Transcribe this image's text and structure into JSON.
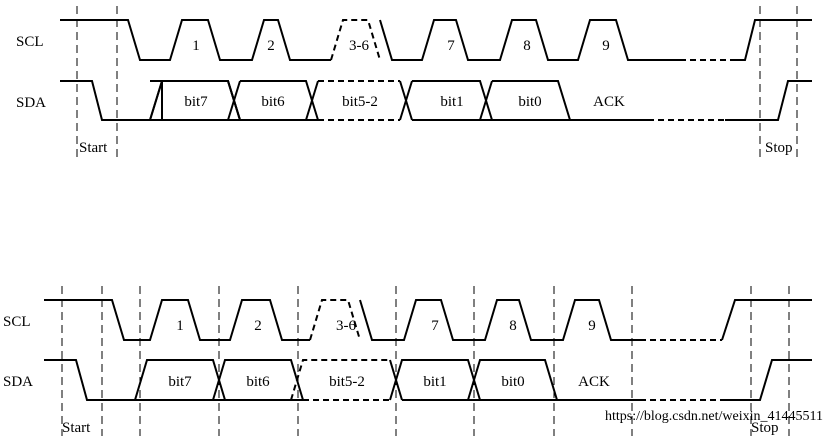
{
  "diagrams": [
    {
      "signals": {
        "scl": "SCL",
        "sda": "SDA"
      },
      "pulses": [
        "1",
        "2",
        "3-6",
        "7",
        "8",
        "9"
      ],
      "bits": [
        "bit7",
        "bit6",
        "bit5-2",
        "bit1",
        "bit0"
      ],
      "ack": "ACK",
      "start": "Start",
      "stop": "Stop"
    },
    {
      "signals": {
        "scl": "SCL",
        "sda": "SDA"
      },
      "pulses": [
        "1",
        "2",
        "3-6",
        "7",
        "8",
        "9"
      ],
      "bits": [
        "bit7",
        "bit6",
        "bit5-2",
        "bit1",
        "bit0"
      ],
      "ack": "ACK",
      "start": "Start",
      "stop": "Stop"
    }
  ],
  "watermark": "https://blog.csdn.net/weixin_41445511"
}
